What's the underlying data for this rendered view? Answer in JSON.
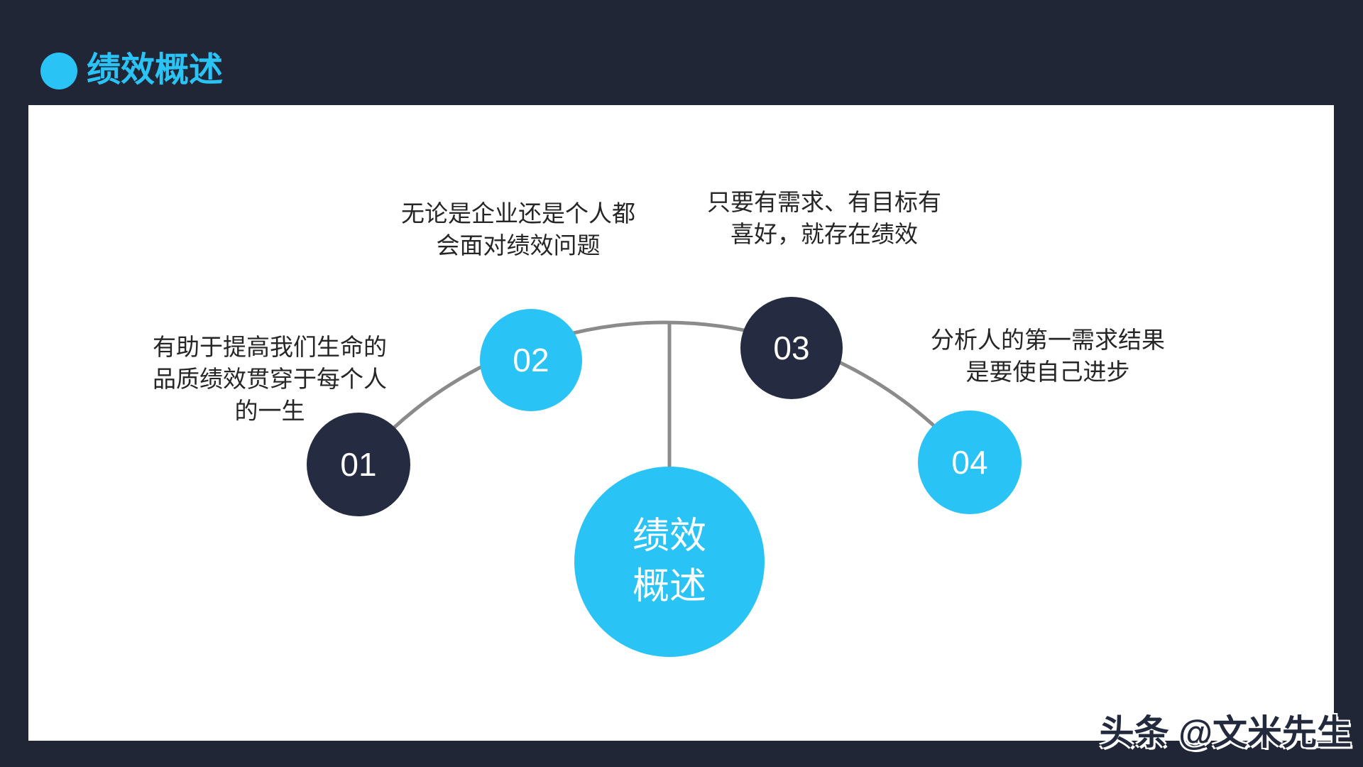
{
  "slide": {
    "title": "绩效概述",
    "watermark": "头条 @文米先生"
  },
  "diagram": {
    "center": {
      "lines": [
        "绩效",
        "概述"
      ]
    },
    "nodes": [
      {
        "number": "01",
        "style": "dark",
        "lines": [
          "有助于提高我们生命的",
          "品质绩效贯穿于每个人",
          "的一生"
        ]
      },
      {
        "number": "02",
        "style": "cyan",
        "lines": [
          "无论是企业还是个人都",
          "会面对绩效问题"
        ]
      },
      {
        "number": "03",
        "style": "dark",
        "lines": [
          "只要有需求、有目标有",
          "喜好，就存在绩效"
        ]
      },
      {
        "number": "04",
        "style": "cyan",
        "lines": [
          "分析人的第一需求结果",
          "是要使自己进步"
        ]
      }
    ]
  },
  "colors": {
    "accent_cyan": "#29C3F5",
    "dark_navy": "#252B40",
    "frame_background": "#212637",
    "connector_gray": "#8B8B8B",
    "body_text": "#262626",
    "panel_white": "#FFFFFF"
  }
}
